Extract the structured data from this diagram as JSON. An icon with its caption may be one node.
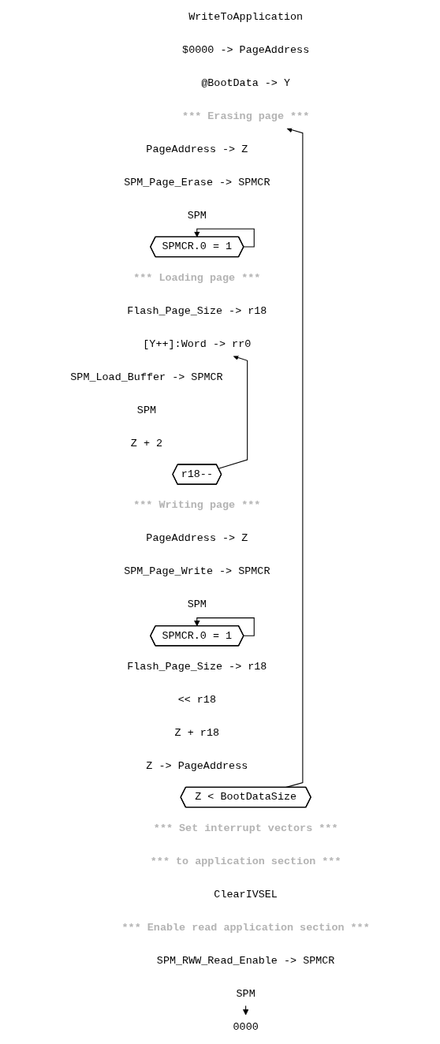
{
  "diagram": {
    "nodes": [
      {
        "text": [
          "WriteToApplication"
        ]
      },
      {
        "text": [
          "$0000 -> PageAddress"
        ]
      },
      {
        "text": [
          "@BootData -> Y"
        ]
      },
      {
        "text": [
          "*** Erasing page ***"
        ]
      },
      {
        "text": [
          "PageAddress -> Z"
        ]
      },
      {
        "text": [
          "SPM_Page_Erase -> SPMCR"
        ]
      },
      {
        "text": [
          "SPM"
        ]
      },
      {
        "text": [
          "SPMCR.0 = 1"
        ]
      },
      {
        "text": [
          "*** Loading page ***"
        ]
      },
      {
        "text": [
          "Flash_Page_Size -> r18"
        ]
      },
      {
        "text": [
          "[Y++]:Word -> rr0"
        ]
      },
      {
        "text": [
          "SPM_Load_Buffer -> SPMCR"
        ]
      },
      {
        "text": [
          "SPM"
        ]
      },
      {
        "text": [
          "Z + 2"
        ]
      },
      {
        "text": [
          "r18--"
        ]
      },
      {
        "text": [
          "*** Writing page ***"
        ]
      },
      {
        "text": [
          "PageAddress -> Z"
        ]
      },
      {
        "text": [
          "SPM_Page_Write -> SPMCR"
        ]
      },
      {
        "text": [
          "SPM"
        ]
      },
      {
        "text": [
          "SPMCR.0 = 1"
        ]
      },
      {
        "text": [
          "Flash_Page_Size -> r18"
        ]
      },
      {
        "text": [
          "<< r18"
        ]
      },
      {
        "text": [
          "Z + r18"
        ]
      },
      {
        "text": [
          "Z -> PageAddress"
        ]
      },
      {
        "text": [
          "Z < BootDataSize"
        ]
      },
      {
        "text": [
          "*** Set interrupt vectors ***"
        ]
      },
      {
        "text": [
          "*** to application section ***"
        ]
      },
      {
        "text": [
          "ClearIVSEL"
        ]
      },
      {
        "text": [
          "*** Enable read application section ***"
        ]
      },
      {
        "text": [
          "SPM_RWW_Read_Enable -> SPMCR"
        ]
      },
      {
        "text": [
          "SPM"
        ]
      },
      {
        "text": [
          "0000"
        ]
      }
    ],
    "edges": [
      {
        "from": 7,
        "to": 7,
        "arrow": "to"
      },
      {
        "from": 14,
        "to": 10,
        "arrow": "to"
      },
      {
        "from": 19,
        "to": 19,
        "arrow": "to"
      },
      {
        "from": 24,
        "to": 3,
        "arrow": "to"
      },
      {
        "from": 30,
        "to": 31,
        "arrow": "to"
      }
    ]
  }
}
